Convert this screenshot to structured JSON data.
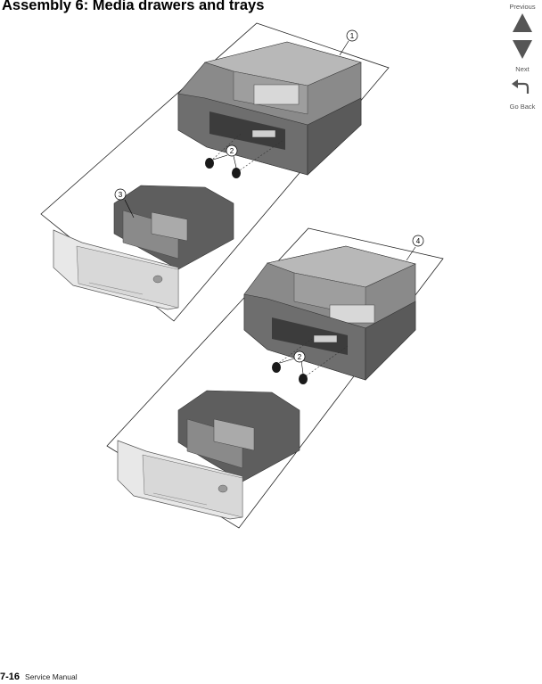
{
  "page": {
    "title": "Assembly 6:  Media drawers and trays"
  },
  "navigation": {
    "previous_label": "Previous",
    "next_label": "Next",
    "go_back_label": "Go Back",
    "arrow_color": "#555555"
  },
  "diagram": {
    "callouts": [
      "1",
      "2",
      "3",
      "4",
      "2"
    ]
  },
  "footer": {
    "page_number": "7-16",
    "document_name": "Service Manual"
  }
}
